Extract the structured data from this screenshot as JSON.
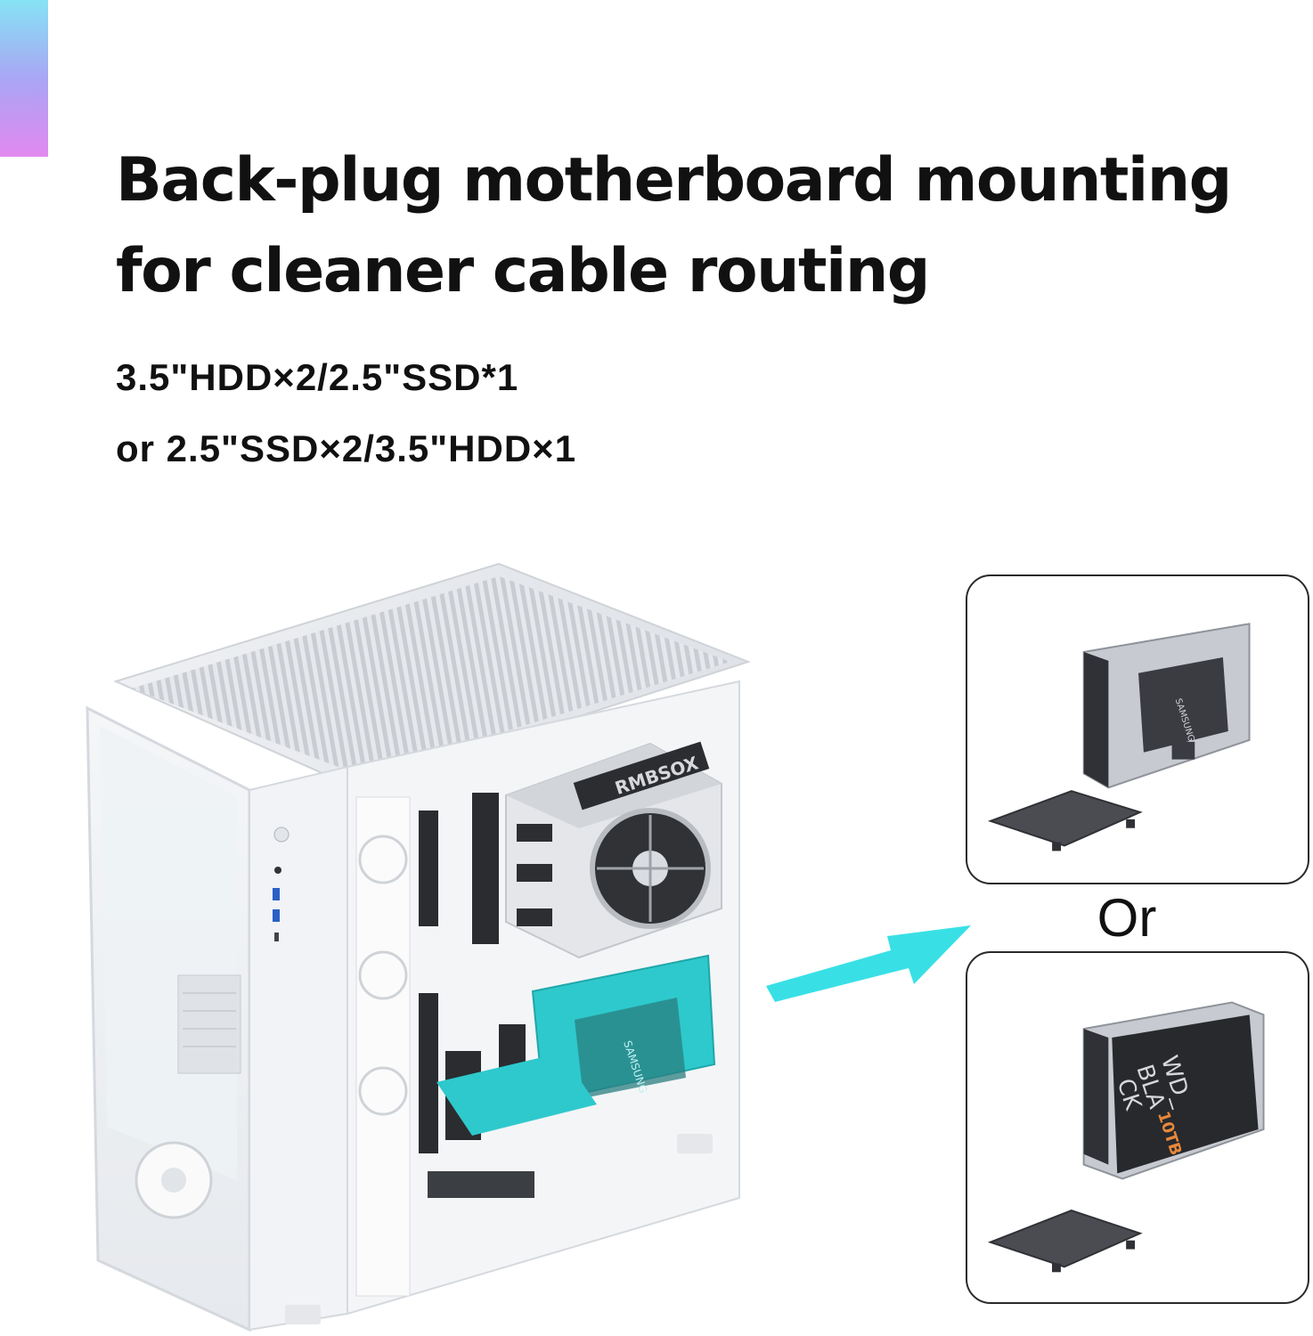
{
  "headline": {
    "line1": "Back-plug motherboard mounting",
    "line2": "for cleaner cable routing"
  },
  "specs": {
    "line1": "3.5\"HDD×2/2.5\"SSD*1",
    "line2": "or 2.5\"SSD×2/3.5\"HDD×1"
  },
  "options": {
    "separator": "Or"
  },
  "product_labels": {
    "psu_brand": "RMBSOX",
    "ssd_brand": "SAMSUNG",
    "hdd_brand_line1": "WD_",
    "hdd_brand_line2": "BLA",
    "hdd_brand_line3": "CK",
    "hdd_capacity": "10TB"
  },
  "colors": {
    "accent_gradient": [
      "#86e3f5",
      "#a9a6f4",
      "#e289f0"
    ],
    "highlight_teal": "#2ec9cc",
    "arrow_teal": "#38e0e6"
  }
}
